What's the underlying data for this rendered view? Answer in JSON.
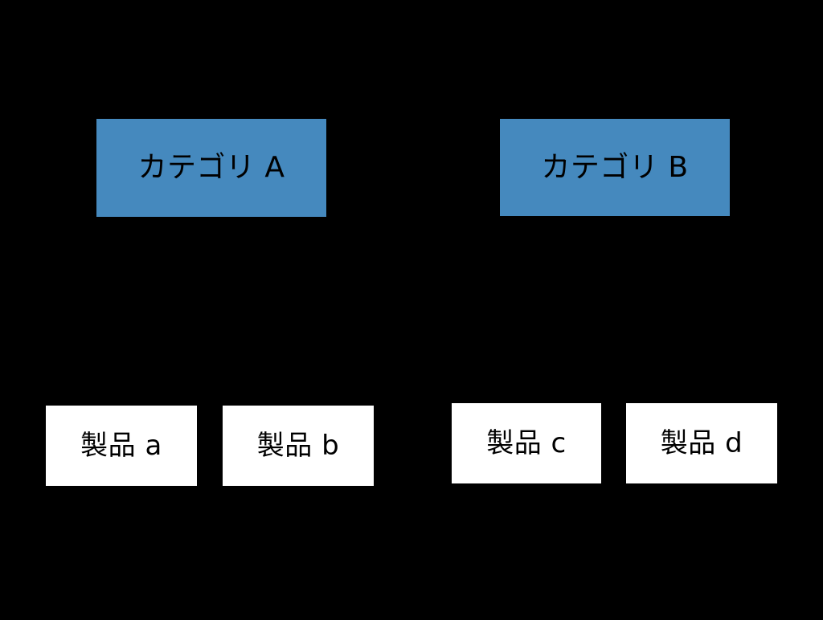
{
  "diagram": {
    "background_color": "#000000",
    "category_fill_color": "#4589be",
    "product_fill_color": "#ffffff",
    "text_color": "#000000",
    "categories": [
      {
        "id": "cat-a",
        "label": "カテゴリ A"
      },
      {
        "id": "cat-b",
        "label": "カテゴリ B"
      }
    ],
    "products": [
      {
        "id": "prod-a",
        "label": "製品 a"
      },
      {
        "id": "prod-b",
        "label": "製品 b"
      },
      {
        "id": "prod-c",
        "label": "製品 c"
      },
      {
        "id": "prod-d",
        "label": "製品 d"
      }
    ]
  }
}
